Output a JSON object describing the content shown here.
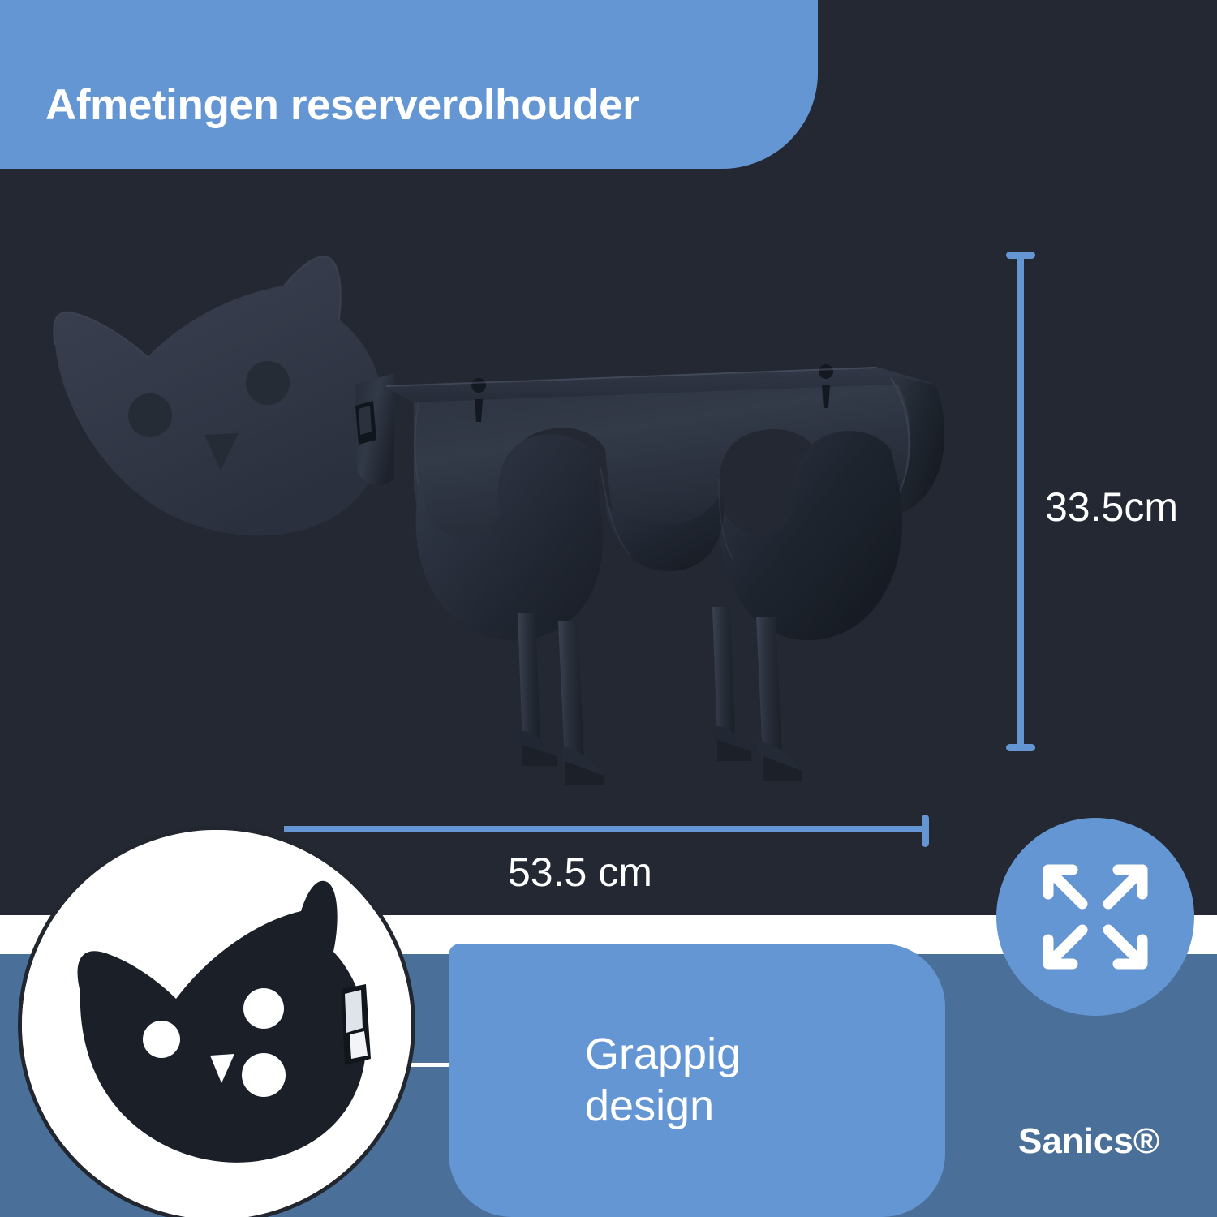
{
  "page": {
    "language": "nl",
    "background_color": "#242832",
    "accent_blue": "#6596d4",
    "muted_blue": "#4a6f99",
    "white": "#ffffff"
  },
  "header": {
    "title": "Afmetingen reserverolhouder",
    "background_color": "#6596d4",
    "text_color": "#ffffff"
  },
  "product": {
    "name": "cat-shaped-toilet-paper-holder",
    "body_color": "#1c2029",
    "description": "Zwarte metalen kattenvormige reserverolhouder met kop, plank-lichaam en vier poten"
  },
  "dimensions": {
    "height": {
      "label": "33.5cm",
      "orientation": "vertical",
      "line_color": "#6596d4"
    },
    "width": {
      "label": "53.5 cm",
      "orientation": "horizontal",
      "line_color": "#6596d4"
    }
  },
  "callout": {
    "line1": "Grappig",
    "line2": "design",
    "background_color": "#6596d4",
    "text_color": "#ffffff"
  },
  "zoom_detail": {
    "name": "cat-head-closeup",
    "shape": "circle",
    "background_color": "#ffffff",
    "border_color": "#22262f"
  },
  "expand_icon": {
    "name": "expand-arrows-icon",
    "background_color": "#6596d4",
    "arrow_color": "#ffffff",
    "arrow_count": 4
  },
  "brand": {
    "name": "Sanics®"
  }
}
